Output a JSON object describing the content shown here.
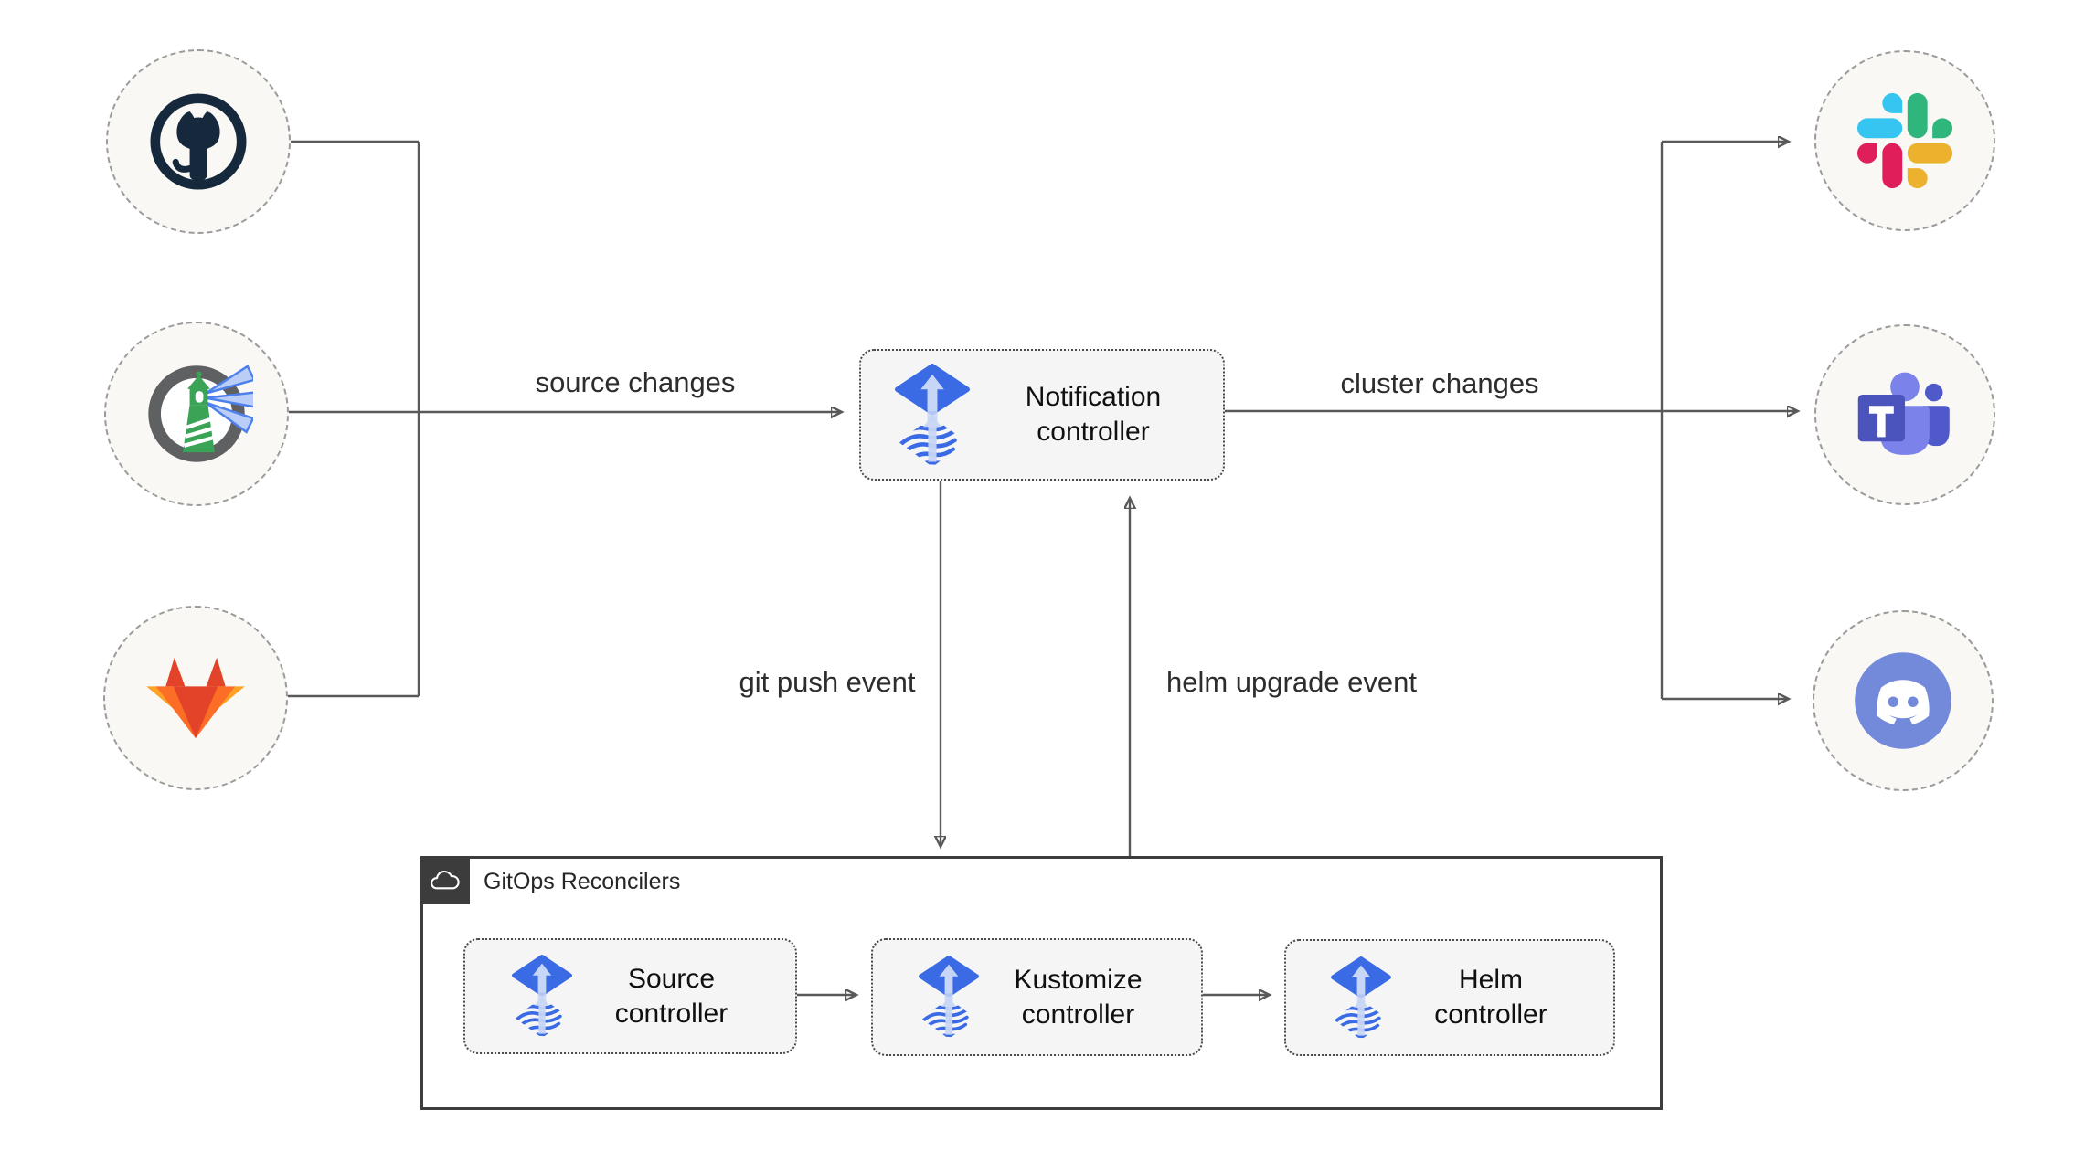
{
  "diagram": {
    "center": {
      "label": "Notification controller",
      "icon": "flux-icon"
    },
    "left_nodes": [
      {
        "name": "github",
        "icon": "github-icon"
      },
      {
        "name": "harbor",
        "icon": "harbor-icon"
      },
      {
        "name": "gitlab",
        "icon": "gitlab-icon"
      }
    ],
    "right_nodes": [
      {
        "name": "slack",
        "icon": "slack-icon"
      },
      {
        "name": "teams",
        "icon": "microsoft-teams-icon"
      },
      {
        "name": "discord",
        "icon": "discord-icon"
      }
    ],
    "edges": {
      "source_changes": "source changes",
      "cluster_changes": "cluster changes",
      "git_push": "git push event",
      "helm_upgrade": "helm upgrade event"
    },
    "reconcilers": {
      "title": "GitOps Reconcilers",
      "icon": "cloud-icon",
      "nodes": [
        {
          "label": "Source controller",
          "icon": "flux-icon"
        },
        {
          "label": "Kustomize controller",
          "icon": "flux-icon"
        },
        {
          "label": "Helm controller",
          "icon": "flux-icon"
        }
      ]
    },
    "colors": {
      "flux_blue": "#3a6be4",
      "flux_light": "#c7d6f6",
      "line": "#595959",
      "box_fill": "#f5f5f5",
      "circle_fill": "#f9f8f5",
      "github": "#16293c",
      "harbor_green": "#3aa356",
      "harbor_gray": "#5f6062",
      "harbor_beam": "#b9cdf6",
      "gitlab_red": "#e24329",
      "gitlab_orange": "#fc6d26",
      "gitlab_amber": "#fca326",
      "slack_blue": "#36c5f0",
      "slack_green": "#2eb67d",
      "slack_yellow": "#ecb22e",
      "slack_pink": "#e01e5a",
      "teams_dark": "#4b53bc",
      "teams_mid": "#7b83eb",
      "teams_deep": "#5059c9",
      "discord_blurple": "#7389da"
    }
  }
}
